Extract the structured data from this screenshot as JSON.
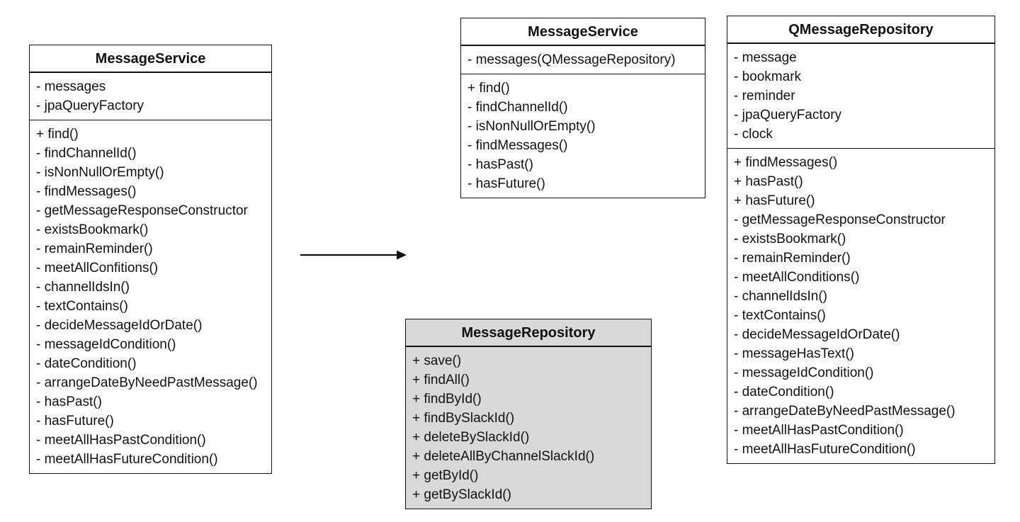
{
  "diagram": {
    "background": "#ffffff",
    "line_color": "#111111",
    "classes": [
      {
        "id": "message-service-before",
        "title": "MessageService",
        "fill": "#ffffff",
        "attributes": [
          "- messages",
          "- jpaQueryFactory"
        ],
        "methods": [
          "+ find()",
          "- findChannelId()",
          "- isNonNullOrEmpty()",
          "- findMessages()",
          "- getMessageResponseConstructor",
          "- existsBookmark()",
          "- remainReminder()",
          "- meetAllConfitions()",
          "- channelIdsIn()",
          "- textContains()",
          "- decideMessageIdOrDate()",
          "- messageIdCondition()",
          "- dateCondition()",
          "- arrangeDateByNeedPastMessage()",
          "- hasPast()",
          "- hasFuture()",
          "- meetAllHasPastCondition()",
          "- meetAllHasFutureCondition()"
        ]
      },
      {
        "id": "message-service-after",
        "title": "MessageService",
        "fill": "#ffffff",
        "attributes": [
          "- messages(QMessageRepository)"
        ],
        "methods": [
          "+ find()",
          "- findChannelId()",
          "- isNonNullOrEmpty()",
          "- findMessages()",
          "- hasPast()",
          "- hasFuture()"
        ]
      },
      {
        "id": "q-message-repository",
        "title": "QMessageRepository",
        "fill": "#ffffff",
        "attributes": [
          "- message",
          "- bookmark",
          "- reminder",
          "- jpaQueryFactory",
          "- clock"
        ],
        "methods": [
          "+ findMessages()",
          "+ hasPast()",
          "+ hasFuture()",
          "- getMessageResponseConstructor",
          "- existsBookmark()",
          "- remainReminder()",
          "- meetAllConditions()",
          "- channelIdsIn()",
          "- textContains()",
          "- decideMessageIdOrDate()",
          "- messageHasText()",
          "- messageIdCondition()",
          "- dateCondition()",
          "- arrangeDateByNeedPastMessage()",
          "- meetAllHasPastCondition()",
          "- meetAllHasFutureCondition()"
        ]
      },
      {
        "id": "message-repository",
        "title": "MessageRepository",
        "fill": "#d9d9d9",
        "attributes": [],
        "methods": [
          "+ save()",
          "+ findAll()",
          "+ findById()",
          "+ findBySlackId()",
          "+ deleteBySlackId()",
          "+ deleteAllByChannelSlackId()",
          "+ getById()",
          "+ getBySlackId()"
        ]
      }
    ],
    "arrow": {
      "type": "directed",
      "direction": "right",
      "color": "#111111"
    }
  }
}
